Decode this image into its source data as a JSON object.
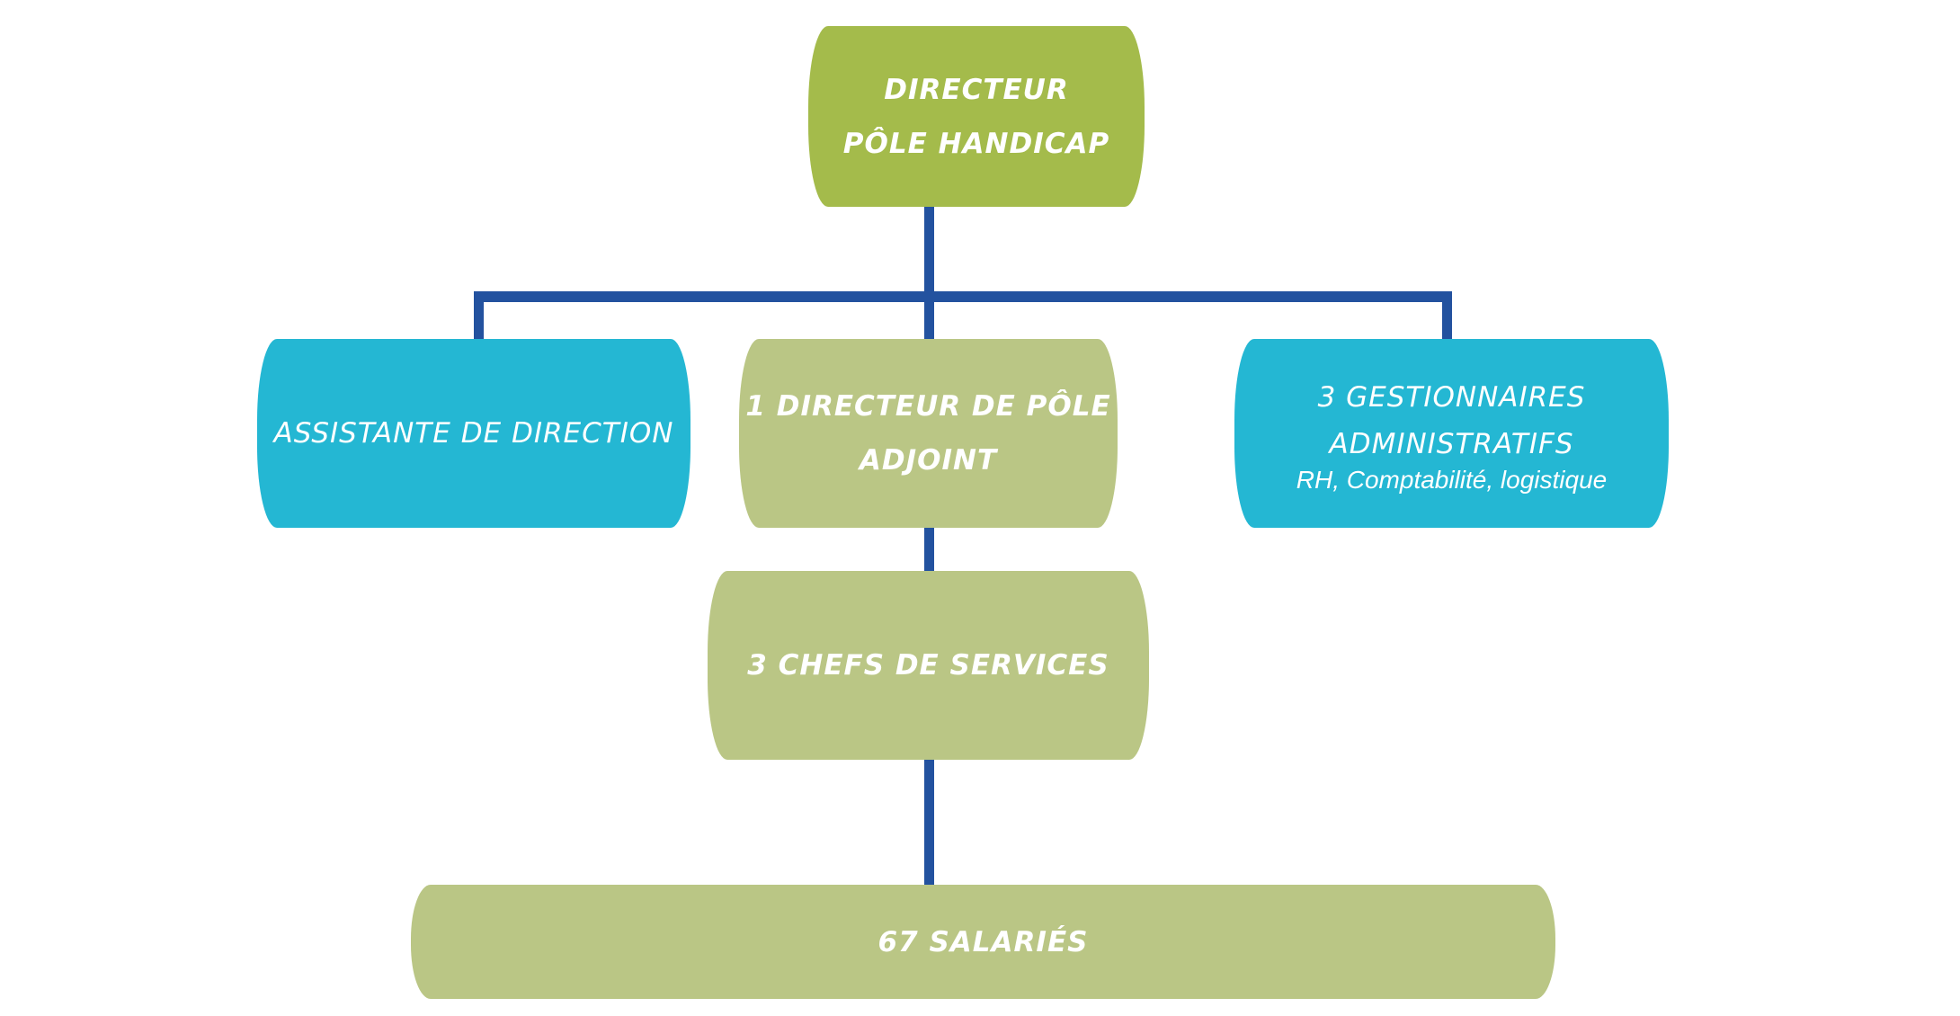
{
  "colors": {
    "top": "#a4bb4b",
    "green": "#bac685",
    "cyan": "#24b7d3",
    "connector": "#23529f"
  },
  "nodes": {
    "director": {
      "lines": [
        "DIRECTEUR",
        "PÔLE HANDICAP"
      ]
    },
    "assistant": {
      "lines": [
        "ASSISTANTE DE DIRECTION"
      ]
    },
    "deputy": {
      "lines": [
        "1 DIRECTEUR DE PÔLE",
        "ADJOINT"
      ]
    },
    "admin": {
      "lines": [
        "3 GESTIONNAIRES",
        "ADMINISTRATIFS"
      ],
      "sub": "RH, Comptabilité, logistique"
    },
    "chefs": {
      "lines": [
        "3 CHEFS DE SERVICES"
      ]
    },
    "staff": {
      "lines": [
        "67 SALARIÉS"
      ]
    }
  }
}
